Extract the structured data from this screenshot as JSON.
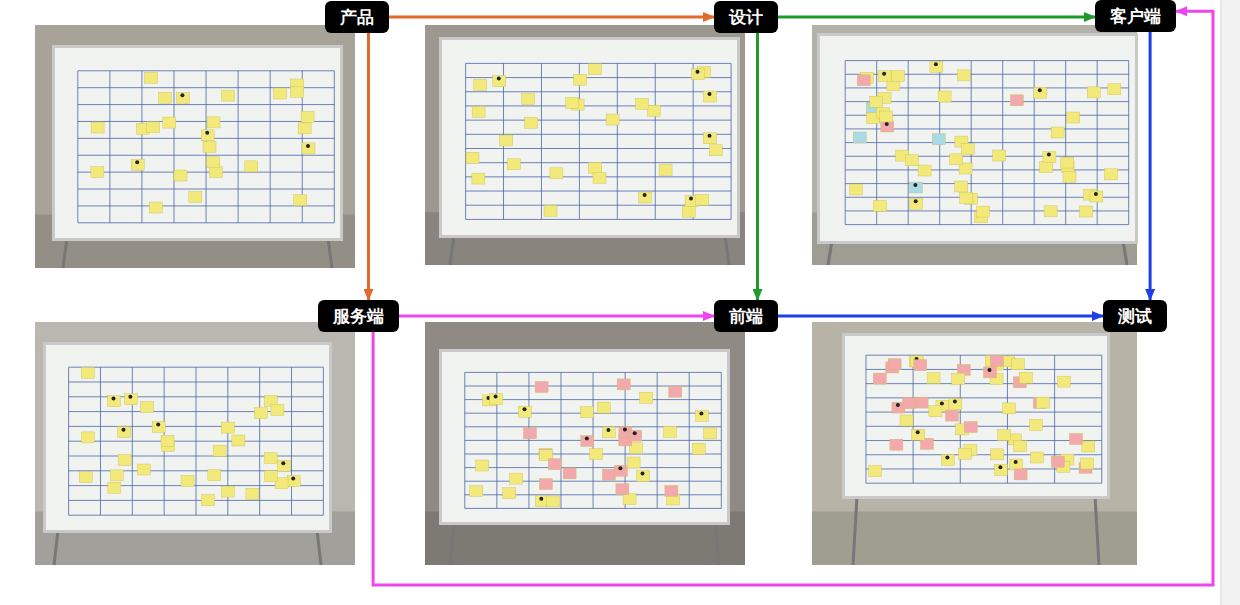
{
  "diagram": {
    "nodes": [
      {
        "text": [
          "产品"
        ]
      },
      {
        "text": [
          "设计"
        ]
      },
      {
        "text": [
          "客户端"
        ]
      },
      {
        "text": [
          "服务端"
        ]
      },
      {
        "text": [
          "前端"
        ]
      },
      {
        "text": [
          "测试"
        ]
      }
    ],
    "edges": [
      {
        "from": 0,
        "to": 1,
        "arrow": "to"
      },
      {
        "from": 0,
        "to": 3,
        "arrow": "to"
      },
      {
        "from": 1,
        "to": 2,
        "arrow": "to"
      },
      {
        "from": 1,
        "to": 4,
        "arrow": "to"
      },
      {
        "from": 2,
        "to": 5,
        "arrow": "to"
      },
      {
        "from": 3,
        "to": 4,
        "arrow": "to"
      },
      {
        "from": 4,
        "to": 5,
        "arrow": "to"
      },
      {
        "from": 3,
        "to": 2,
        "arrow": "to"
      }
    ]
  }
}
